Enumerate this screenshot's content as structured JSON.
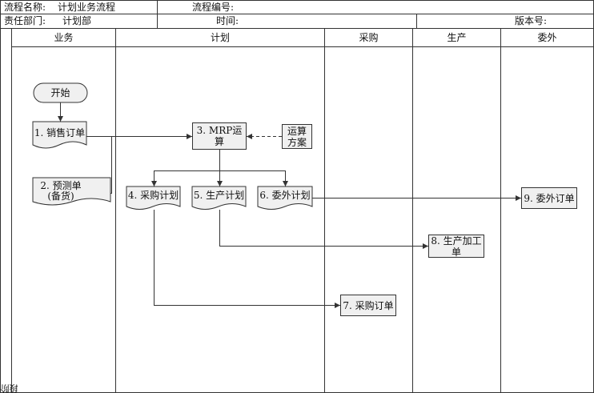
{
  "header": {
    "process_name_label": "流程名称:",
    "process_name_value": "计划业务流程",
    "process_number_label": "流程编号:",
    "department_label": "责任部门:",
    "department_value": "计划部",
    "time_label": "时间:",
    "version_label": "版本号:"
  },
  "lanes": [
    "业务",
    "计划",
    "采购",
    "生产",
    "委外"
  ],
  "side_label": "阶段",
  "nodes": {
    "start": "开始",
    "sales_order": "1. 销售订单",
    "forecast_line1": "2. 预测单",
    "forecast_line2": "(备货)",
    "mrp": "3. MRP运算",
    "plan_line1": "运算",
    "plan_line2": "方案",
    "purchase_plan": "4. 采购计划",
    "production_plan": "5. 生产计划",
    "outsource_plan": "6. 委外计划",
    "purchase_order": "7. 采购订单",
    "production_line1": "8. 生产加工",
    "production_line2": "单",
    "outsource_order": "9. 委外订单"
  },
  "colors": {
    "line": "#333333",
    "box_fill": "#f0f0f0",
    "border": "#333333"
  }
}
